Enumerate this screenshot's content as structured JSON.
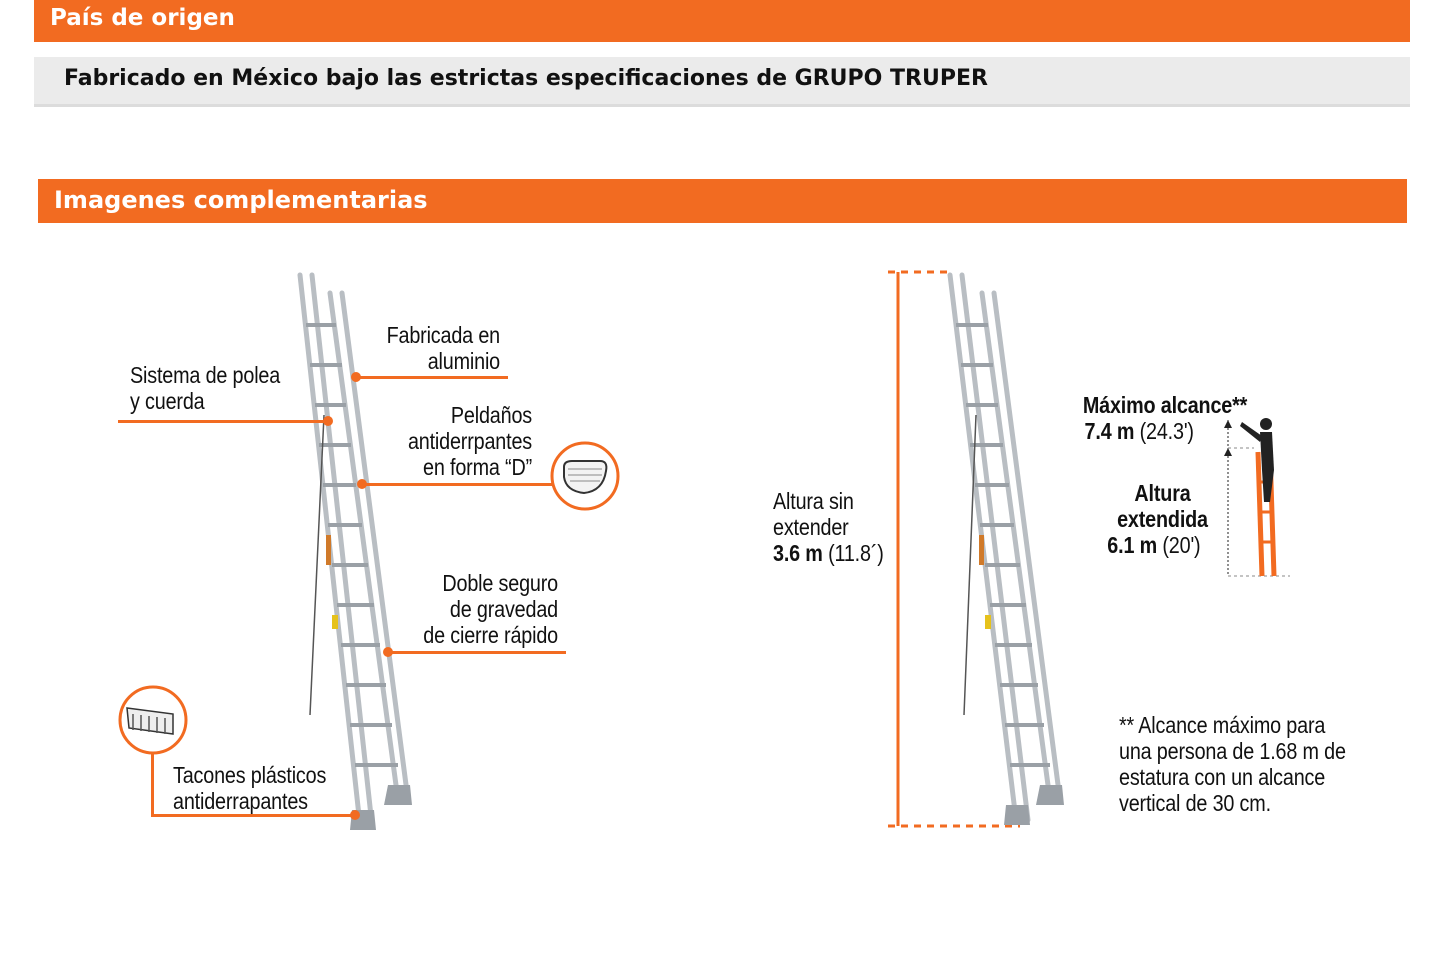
{
  "header": {
    "origin_title": "País de origen"
  },
  "origin": {
    "text": "Fabricado en México bajo las estrictas especificaciones de GRUPO TRUPER"
  },
  "images_section": {
    "title": "Imagenes complementarias"
  },
  "left_diagram": {
    "pulley_l1": "Sistema de polea",
    "pulley_l2": "y cuerda",
    "alum_l1": "Fabricada en",
    "alum_l2": "aluminio",
    "rungs_l1": "Peldaños",
    "rungs_l2": "antiderrpantes",
    "rungs_l3": "en forma “D”",
    "lock_l1": "Doble seguro",
    "lock_l2": "de gravedad",
    "lock_l3": "de cierre rápido",
    "feet_l1": "Tacones plásticos",
    "feet_l2": "antiderrapantes"
  },
  "right_diagram": {
    "height_l1": "Altura sin",
    "height_l2": "extender",
    "height_value": "3.6 m",
    "height_imperial": "(11.8´)",
    "reach_title": "Máximo alcance**",
    "reach_value": "7.4 m",
    "reach_imperial": "(24.3')",
    "ext_l1": "Altura",
    "ext_l2": "extendida",
    "ext_value": "6.1 m",
    "ext_imperial": "(20')",
    "note_l1": "** Alcance máximo para",
    "note_l2": "una persona de 1.68 m de",
    "note_l3": "estatura con un alcance",
    "note_l4": "vertical de 30 cm."
  },
  "colors": {
    "accent": "#f26b21",
    "origin_bg": "#ebebeb"
  }
}
